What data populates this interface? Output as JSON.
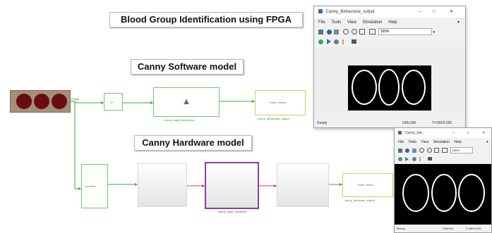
{
  "titles": {
    "main": "Blood Group Identification using FPGA",
    "software": "Canny Software model",
    "hardware": "Canny Hardware model"
  },
  "viewer_sw": {
    "title": "Canny_Behavioral_output",
    "menu": [
      "File",
      "Tools",
      "View",
      "Simulation",
      "Help"
    ],
    "zoom": "100%",
    "status_left": "Ready",
    "status_mid": "248x196",
    "status_right": "T=180/0.000"
  },
  "viewer_hw": {
    "title": "Canny_har...",
    "menu": [
      "File",
      "Tools",
      "View",
      "Simulation",
      "Help"
    ],
    "zoom": "100%",
    "status_left": "Ready",
    "status_mid": "248x196",
    "status_right": "T=180/0.000"
  },
  "blocks": {
    "source_out": "Image",
    "gain_symbol": "K*",
    "sw_edge_label": "Canny_edge_behavioral",
    "sw_out_label": "Canny_behavioral_output",
    "sw_out_text": "Video Viewer",
    "hw_conv_text": "serialize",
    "hw_edge_label": "Canny_edge_hardware",
    "hw_out_label": "Canny_hardware_output",
    "hw_out_text": "Video Viewer"
  },
  "colors": {
    "block_border": "#6cc96c",
    "hw_dut_border": "#8a3fa6",
    "signal_line": "#34a834",
    "hw_signal": "#d04040",
    "viewer_bg": "#000000",
    "ring": "#ffffff"
  }
}
